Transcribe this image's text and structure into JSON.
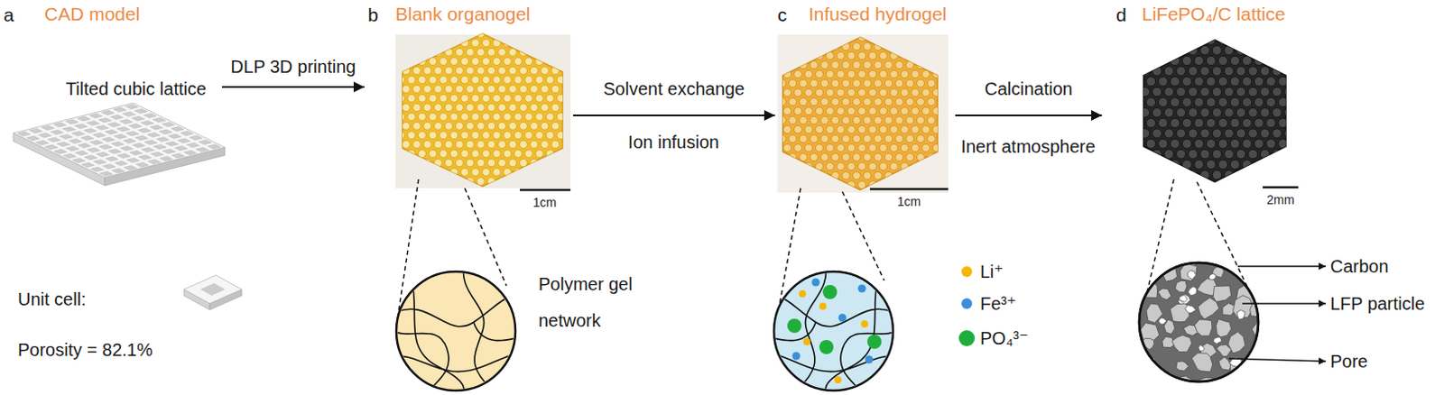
{
  "diagram": {
    "nodes": [
      {
        "text": [
          "CAD model"
        ]
      },
      {
        "text": [
          "Blank organogel"
        ]
      },
      {
        "text": [
          "Infused hydrogel"
        ]
      },
      {
        "text": [
          "LiFePO₄/C lattice"
        ]
      }
    ],
    "edges": [
      {
        "from": 0,
        "to": 1,
        "arrow": "to",
        "label": "DLP 3D printing"
      },
      {
        "from": 1,
        "to": 2,
        "arrow": "to",
        "label": "Solvent exchange"
      },
      {
        "from": 2,
        "to": 3,
        "arrow": "to",
        "label": "Calcination"
      }
    ],
    "labels": [
      "a",
      "Tilted cubic lattice",
      "Unit cell:",
      "Porosity = 82.1%",
      "b",
      "1cm",
      "Polymer gel network",
      "Ion infusion",
      "c",
      "1cm",
      "Inert atmosphere",
      "d",
      "2mm",
      "Carbon",
      "LFP particle",
      "Pore"
    ],
    "legend": [
      {
        "text": "Li⁺",
        "color": "#f5b700"
      },
      {
        "text": "Fe³⁺",
        "color": "#3a8fd8"
      },
      {
        "text": "PO₄³⁻",
        "color": "#1fae3c"
      }
    ]
  }
}
